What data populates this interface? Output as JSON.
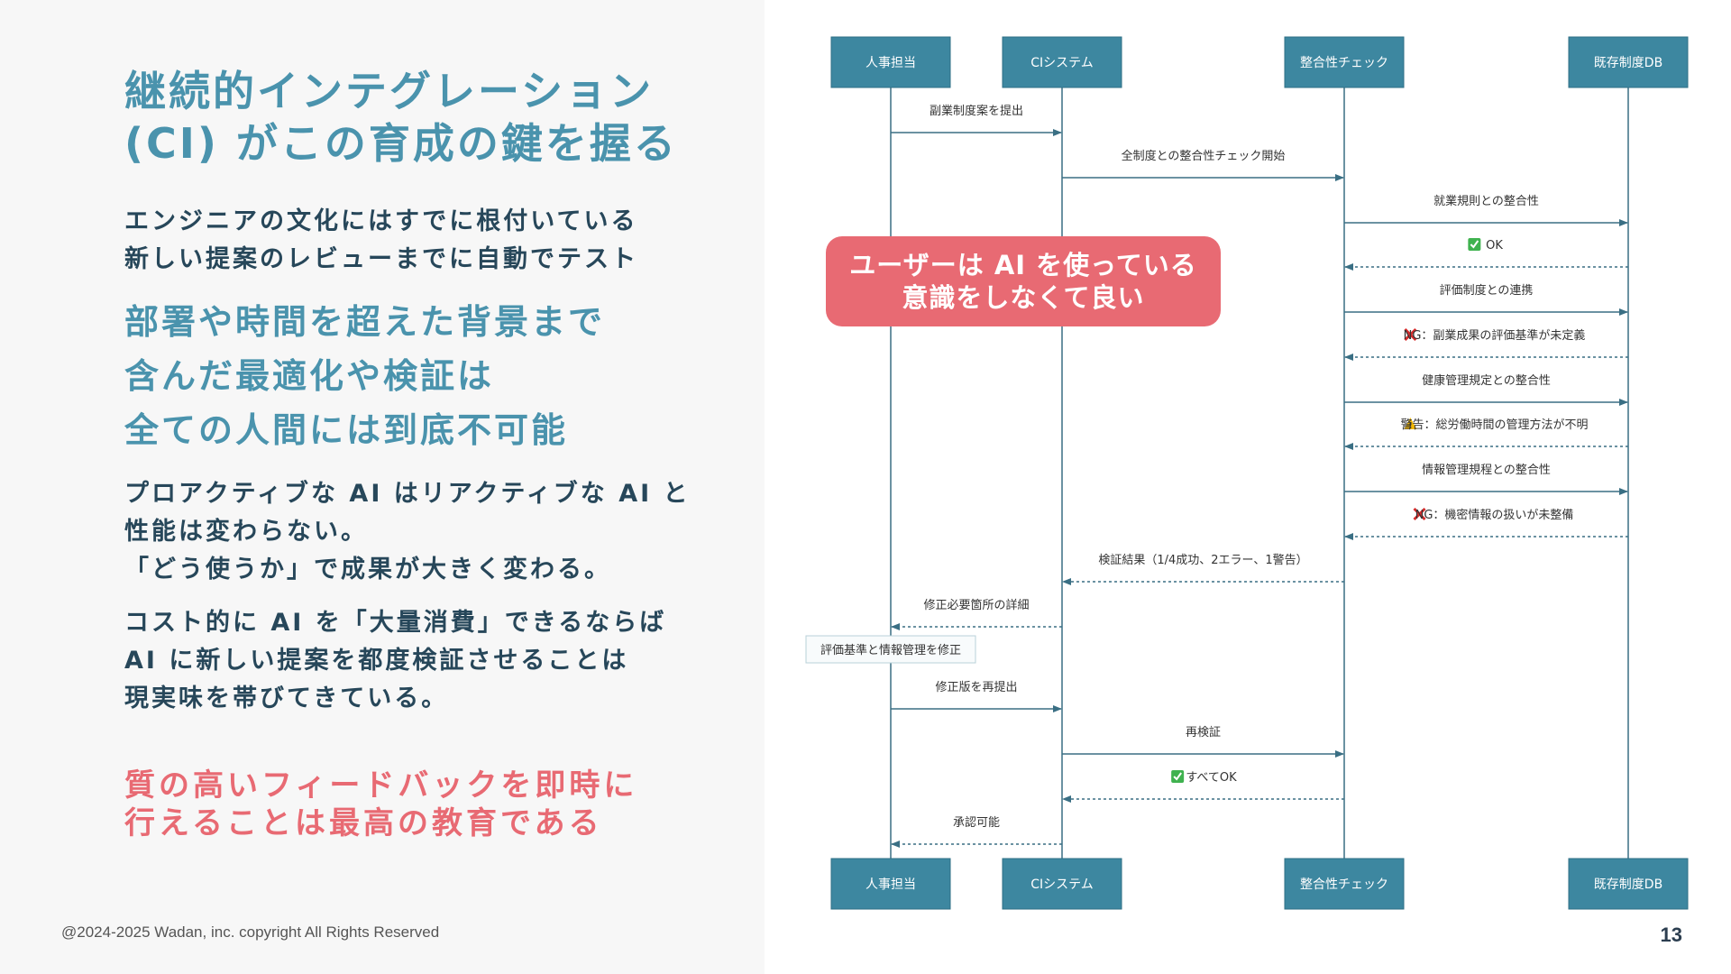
{
  "title": {
    "line1": "継続的インテグレーション",
    "line2": "(CI) がこの育成の鍵を握る"
  },
  "intro": {
    "line1": "エンジニアの文化にはすでに根付いている",
    "line2": "新しい提案のレビューまでに自動でテスト"
  },
  "emphasis": {
    "line1": "部署や時間を超えた背景まで",
    "line2": "含んだ最適化や検証は",
    "line3": "全ての人間には到底不可能"
  },
  "proactive": {
    "line1": "プロアクティブな AI はリアクティブな AI と",
    "line2": "性能は変わらない。",
    "line3": "「どう使うか」で成果が大きく変わる。"
  },
  "cost": {
    "line1": "コスト的に AI を「大量消費」できるならば",
    "line2": "AI に新しい提案を都度検証させることは",
    "line3": "現実味を帯びてきている。"
  },
  "conclusion": {
    "line1": "質の高いフィードバックを即時に",
    "line2": "行えることは最高の教育である"
  },
  "callout": {
    "line1": "ユーザーは AI を使っている",
    "line2": "意識をしなくて良い"
  },
  "footer": "@2024-2025 Wadan, inc. copyright All Rights Reserved",
  "page_number": "13",
  "colors": {
    "blue": "#4a93ad",
    "dark": "#27475a",
    "pink": "#e86a73",
    "participant_box": "#3d87a0",
    "lifeline": "#3a6f84",
    "left_bg": "#f7f7f7"
  },
  "sequence": {
    "participants": [
      "人事担当",
      "CIシステム",
      "整合性チェック",
      "既存制度DB"
    ],
    "messages": [
      {
        "from": 0,
        "to": 1,
        "label": "副業制度案を提出",
        "style": "solid"
      },
      {
        "from": 1,
        "to": 2,
        "label": "全制度との整合性チェック開始",
        "style": "solid"
      },
      {
        "from": 2,
        "to": 3,
        "label": "就業規則との整合性",
        "style": "solid"
      },
      {
        "from": 3,
        "to": 2,
        "label": "OK",
        "icon": "check-icon",
        "style": "dashed"
      },
      {
        "from": 2,
        "to": 3,
        "label": "評価制度との連携",
        "style": "solid"
      },
      {
        "from": 3,
        "to": 2,
        "label": "NG：副業成果の評価基準が未定義",
        "icon": "cross-icon",
        "style": "dashed"
      },
      {
        "from": 2,
        "to": 3,
        "label": "健康管理規定との整合性",
        "style": "solid"
      },
      {
        "from": 3,
        "to": 2,
        "label": "警告：総労働時間の管理方法が不明",
        "icon": "warning-icon",
        "style": "dashed"
      },
      {
        "from": 2,
        "to": 3,
        "label": "情報管理規程との整合性",
        "style": "solid"
      },
      {
        "from": 3,
        "to": 2,
        "label": "NG：機密情報の扱いが未整備",
        "icon": "cross-icon",
        "style": "dashed"
      },
      {
        "from": 2,
        "to": 1,
        "label": "検証結果（1/4成功、2エラー、1警告）",
        "style": "dashed"
      },
      {
        "from": 1,
        "to": 0,
        "label": "修正必要箇所の詳細",
        "style": "dashed"
      },
      {
        "note": 0,
        "label": "評価基準と情報管理を修正"
      },
      {
        "from": 0,
        "to": 1,
        "label": "修正版を再提出",
        "style": "solid"
      },
      {
        "from": 1,
        "to": 2,
        "label": "再検証",
        "style": "solid"
      },
      {
        "from": 2,
        "to": 1,
        "label": "すべてOK",
        "icon": "check-icon",
        "style": "dashed"
      },
      {
        "from": 1,
        "to": 0,
        "label": "承認可能",
        "style": "dashed"
      }
    ]
  }
}
